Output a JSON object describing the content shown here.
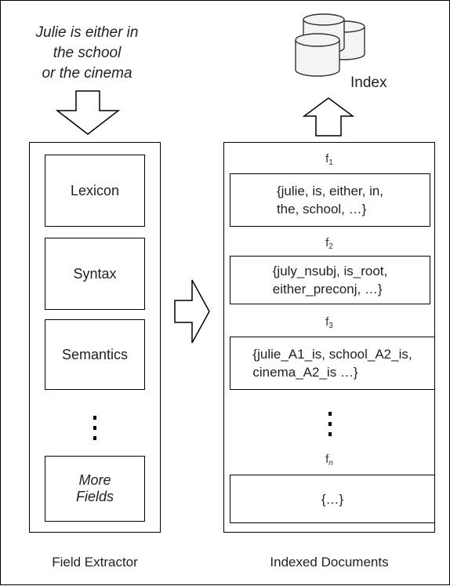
{
  "sentence": [
    "Julie is either in",
    "the school",
    "or the cinema"
  ],
  "index_label": "Index",
  "field_extractor": {
    "fields": [
      "Lexicon",
      "Syntax",
      "Semantics"
    ],
    "ellipsis": "⋮",
    "more_fields": [
      "More",
      "Fields"
    ],
    "caption": "Field Extractor"
  },
  "indexed_documents": {
    "docs": [
      {
        "label_base": "f",
        "label_sub": "1",
        "lines": [
          "{julie, is, either, in,",
          "the, school, …}"
        ]
      },
      {
        "label_base": "f",
        "label_sub": "2",
        "lines": [
          "{july_nsubj, is_root,",
          "either_preconj, …}"
        ]
      },
      {
        "label_base": "f",
        "label_sub": "3",
        "lines": [
          "{julie_A1_is, school_A2_is,",
          "cinema_A2_is …}"
        ]
      },
      {
        "label_base": "f",
        "label_sub": "n",
        "lines": [
          "{…}"
        ]
      }
    ],
    "ellipsis": "⋮",
    "caption": "Indexed Documents"
  }
}
